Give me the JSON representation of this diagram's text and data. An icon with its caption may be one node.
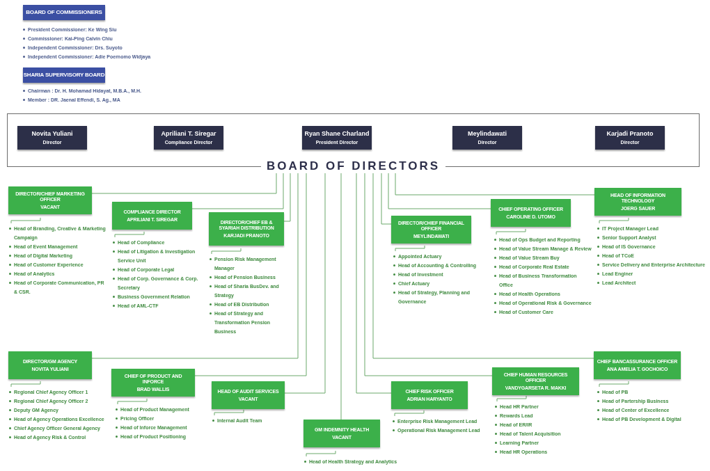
{
  "diagram": {
    "nodes": [
      {
        "text": [
          "BOARD OF COMMISSIONERS"
        ],
        "beside": [
          "President Commissioner: Ke Wing Siu",
          "Commissioner: Kai-Ping Calvin Chiu",
          "Independent Commissioner: Drs. Suyoto",
          "Independent Commissioner: Adie Poernomo Widjaya"
        ]
      },
      {
        "text": [
          "SHARIA SUPERVISORY BOARD"
        ],
        "beside": [
          "Chairman : Dr. H. Mohamad Hidayat, M.B.A., M.H.",
          "Member : DR. Jaenal Effendi, S. Ag., MA"
        ]
      },
      {
        "text": [
          "BOARD OF DIRECTORS"
        ]
      },
      {
        "text": [
          "Novita Yuliani",
          "Director"
        ],
        "in": 2
      },
      {
        "text": [
          "Apriliani T. Siregar",
          "Compliance Director"
        ],
        "in": 2
      },
      {
        "text": [
          "Ryan Shane Charland",
          "President Director"
        ],
        "in": 2
      },
      {
        "text": [
          "Meylindawati",
          "Director"
        ],
        "in": 2
      },
      {
        "text": [
          "Karjadi Pranoto",
          "Director"
        ],
        "in": 2
      },
      {
        "text": [
          "DIRECTOR/CHIEF MARKETING OFFICER",
          "VACANT"
        ],
        "beside": [
          "Head of Branding, Creative & Marketing Campaign",
          "Head of Event Management",
          "Head of Digital Marketing",
          "Head of Customer Experience",
          "Head of Analytics",
          "Head of Corporate Communication, PR & CSR."
        ]
      },
      {
        "text": [
          "COMPLIANCE DIRECTOR",
          "APRILIANI T. SIREGAR"
        ],
        "beside": [
          "Head of Compliance",
          "Head of Litigation & Investigation Service Unit",
          "Head of Corporate Legal",
          "Head of Corp. Governance & Corp. Secretary",
          "Business Government Relation",
          "Head of AML-CTF"
        ]
      },
      {
        "text": [
          "DIRECTOR/CHIEF EB & SYARIAH DISTRIBUTION",
          "KARJADI PRANOTO"
        ],
        "beside": [
          "Pension Risk Management Manager",
          "Head of Pension Business",
          "Head of Sharia BusDev. and Strategy",
          "Head of EB Distribution",
          "Head of Strategy and Transformation Pension Business"
        ]
      },
      {
        "text": [
          "DIRECTOR/CHIEF FINANCIAL OFFICER",
          "MEYLINDAWATI"
        ],
        "beside": [
          "Appointed Actuary",
          "Head of Accounting & Controlling",
          "Head of Investment",
          "Chief Actuary",
          "Head of Strategy, Planning and Governance"
        ]
      },
      {
        "text": [
          "CHIEF OPERATING OFFICER",
          "CAROLINE D. UTOMO"
        ],
        "beside": [
          "Head of Ops Budget and Reporting",
          "Head of Value Stream Manage & Review",
          "Head of Value Stream Buy",
          "Head of Corporate Real Estate",
          "Head of Business Transformation Office",
          "Head of Health Operations",
          "Head of Operational Risk & Governance",
          "Head of Customer Care"
        ]
      },
      {
        "text": [
          "HEAD OF INFORMATION TECHNOLOGY",
          "JOERG SAUER"
        ],
        "beside": [
          "IT Project Manager Lead",
          "Senior Support Analyst",
          "Head of IS Governance",
          "Head of TCoE",
          "Service Delivery and Enterprise Architecture",
          "Lead Enginer",
          "Lead Architect"
        ]
      },
      {
        "text": [
          "DIRECTOR/GM AGENCY",
          "NOVITA YULIANI"
        ],
        "beside": [
          "Regional Chief Agency Officer 1",
          "Regional Chief Agency Officer 2",
          "Deputy GM Agency",
          "Head of Agency Operations Excellence",
          "Chief Agency Officer General Agency",
          "Head of Agency Risk & Control"
        ]
      },
      {
        "text": [
          "CHIEF OF PRODUCT AND INFORCE",
          "BRAD WALLIS"
        ],
        "beside": [
          "Head of Product Management",
          "Pricing Officer",
          "Head of Inforce Management",
          "Head of Product Positioning"
        ]
      },
      {
        "text": [
          "HEAD OF AUDIT SERVICES",
          "VACANT"
        ],
        "beside": [
          "Internal Audit Team"
        ]
      },
      {
        "text": [
          "GM INDEMNITY HEALTH",
          "VACANT"
        ],
        "beside": [
          "Head of Health Strategy and Analytics"
        ]
      },
      {
        "text": [
          "CHIEF RISK OFFICER",
          "ADRIAN HARYANTO"
        ],
        "beside": [
          "Enterprise Risk Management Lead",
          "Operational Risk Management Lead"
        ]
      },
      {
        "text": [
          "CHIEF HUMAN RESOURCES OFFICER",
          "VANDYGARSETA R. MAKKI"
        ],
        "beside": [
          "Head HR Partner",
          "Rewards Lead",
          "Head of ER/IR",
          "Head of Talent Acquisition",
          "Learning Partner",
          "Head HR Operations"
        ]
      },
      {
        "text": [
          "CHIEF BANCASSURANCE OFFICER",
          "ANA AMELIA T. GOCHOICO"
        ],
        "beside": [
          "Head of PB",
          "Head of Partership Business",
          "Head of Center of Excellence",
          "Head of PB Development & Digital"
        ]
      }
    ],
    "edges": [
      {
        "from": 2,
        "to": 8,
        "arrow": "none"
      },
      {
        "from": 2,
        "to": 9,
        "arrow": "none"
      },
      {
        "from": 2,
        "to": 10,
        "arrow": "none"
      },
      {
        "from": 2,
        "to": 11,
        "arrow": "none"
      },
      {
        "from": 2,
        "to": 12,
        "arrow": "none"
      },
      {
        "from": 2,
        "to": 13,
        "arrow": "none"
      },
      {
        "from": 2,
        "to": 14,
        "arrow": "none"
      },
      {
        "from": 2,
        "to": 15,
        "arrow": "none"
      },
      {
        "from": 2,
        "to": 16,
        "arrow": "none"
      },
      {
        "from": 2,
        "to": 17,
        "arrow": "none"
      },
      {
        "from": 2,
        "to": 18,
        "arrow": "none"
      },
      {
        "from": 2,
        "to": 19,
        "arrow": "none"
      },
      {
        "from": 2,
        "to": 20,
        "arrow": "none"
      }
    ]
  }
}
